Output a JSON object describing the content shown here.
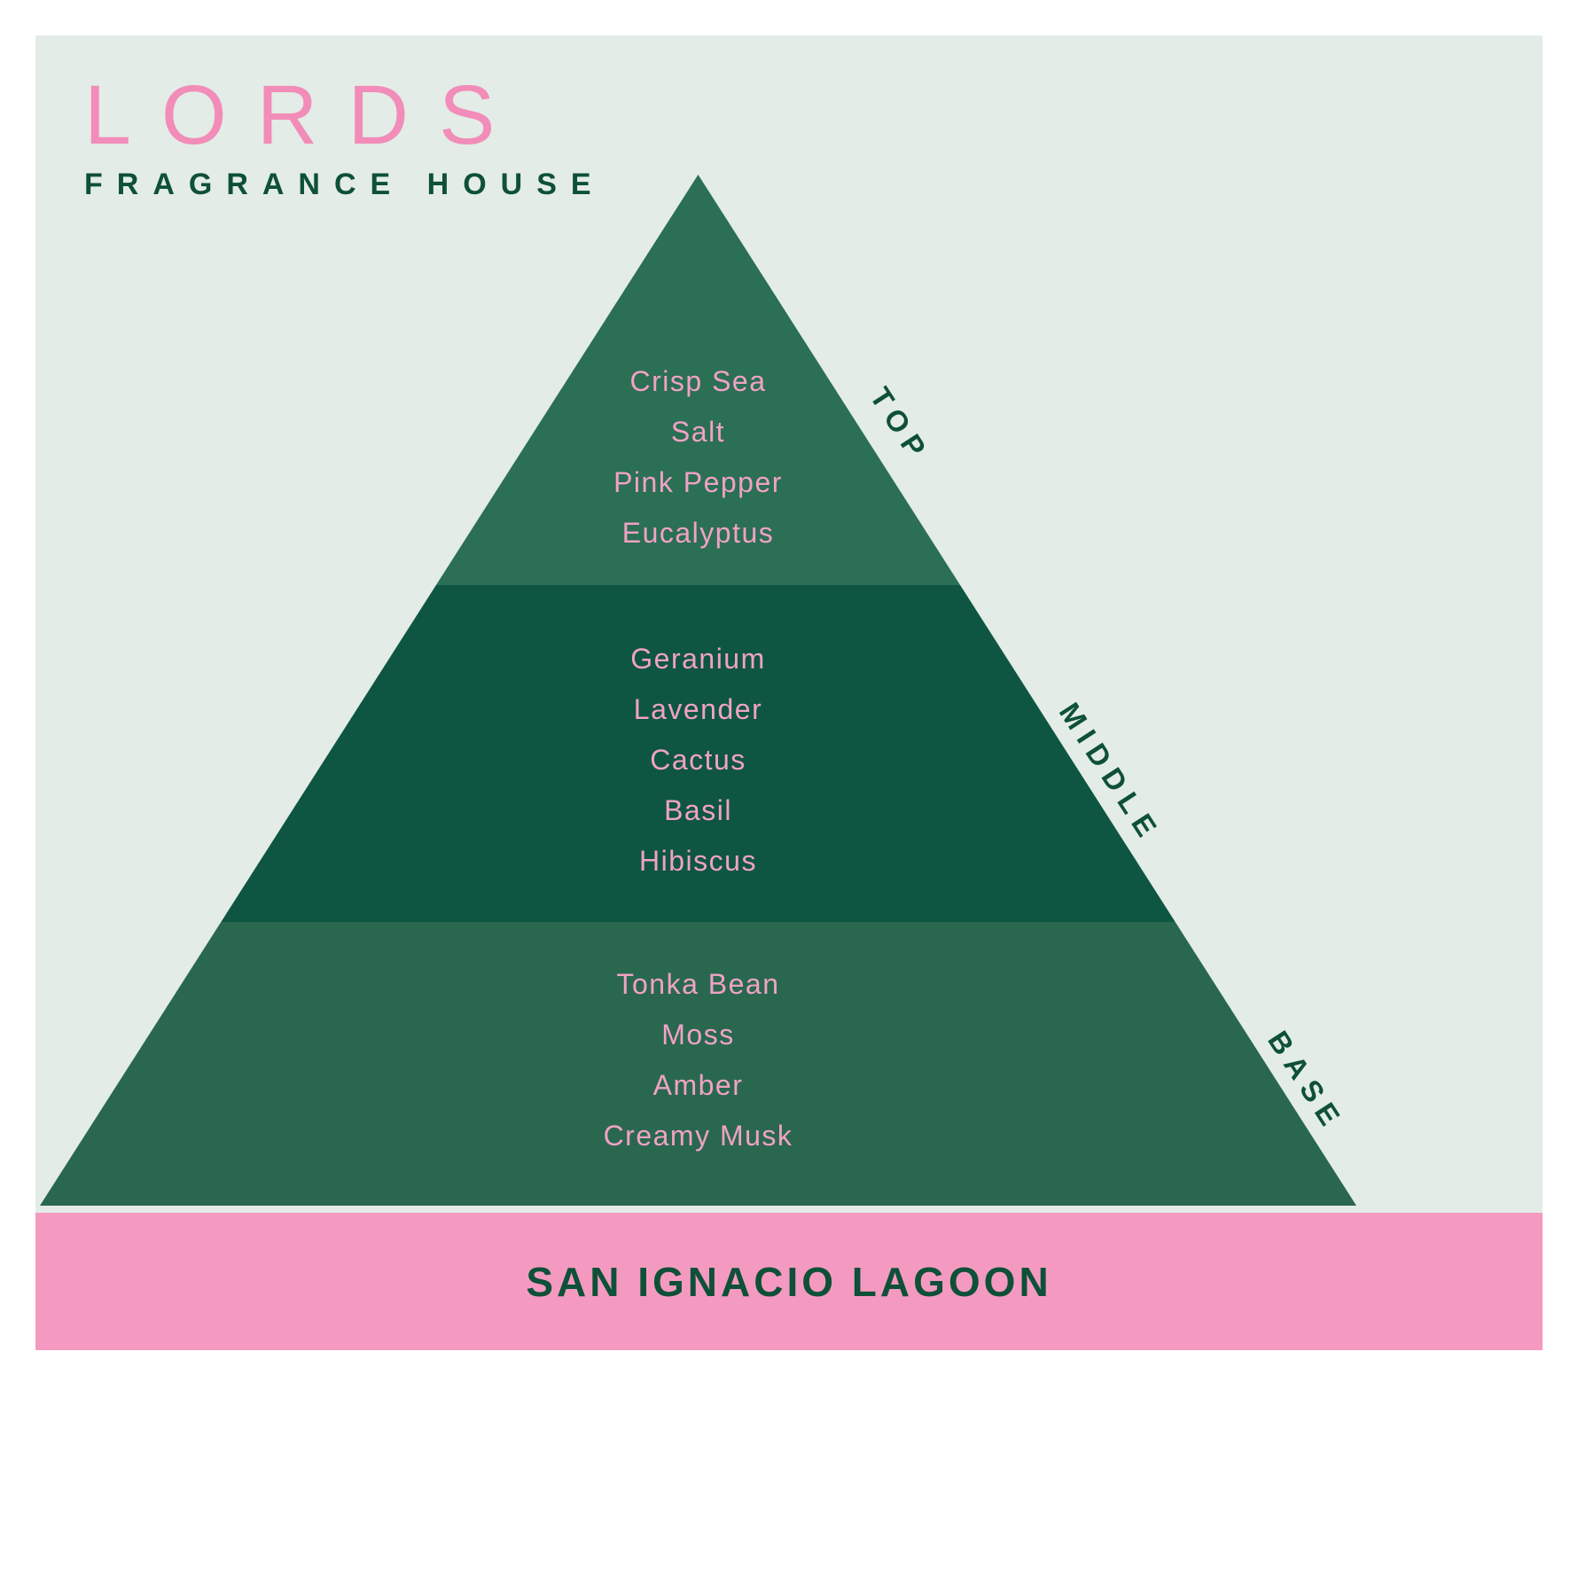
{
  "brand": {
    "name": "LORDS",
    "tagline": "FRAGRANCE HOUSE"
  },
  "pyramid": {
    "sections": [
      {
        "label": "TOP",
        "notes": [
          "Crisp Sea",
          "Salt",
          "Pink Pepper",
          "Eucalyptus"
        ]
      },
      {
        "label": "MIDDLE",
        "notes": [
          "Geranium",
          "Lavender",
          "Cactus",
          "Basil",
          "Hibiscus"
        ]
      },
      {
        "label": "BASE",
        "notes": [
          "Tonka Bean",
          "Moss",
          "Amber",
          "Creamy Musk"
        ]
      }
    ]
  },
  "footer": {
    "product_name": "SAN IGNACIO LAGOON"
  },
  "colors": {
    "background_outer": "#ffffff",
    "background_canvas": "#e3ece7",
    "pyramid_top": "#2b6f55",
    "pyramid_middle": "#0e5641",
    "pyramid_base": "#29684f",
    "pink_primary": "#f28cb8",
    "pink_band": "#f49ac0",
    "pink_notes": "#f0a2c4",
    "dark_green_text": "#0e5038"
  }
}
